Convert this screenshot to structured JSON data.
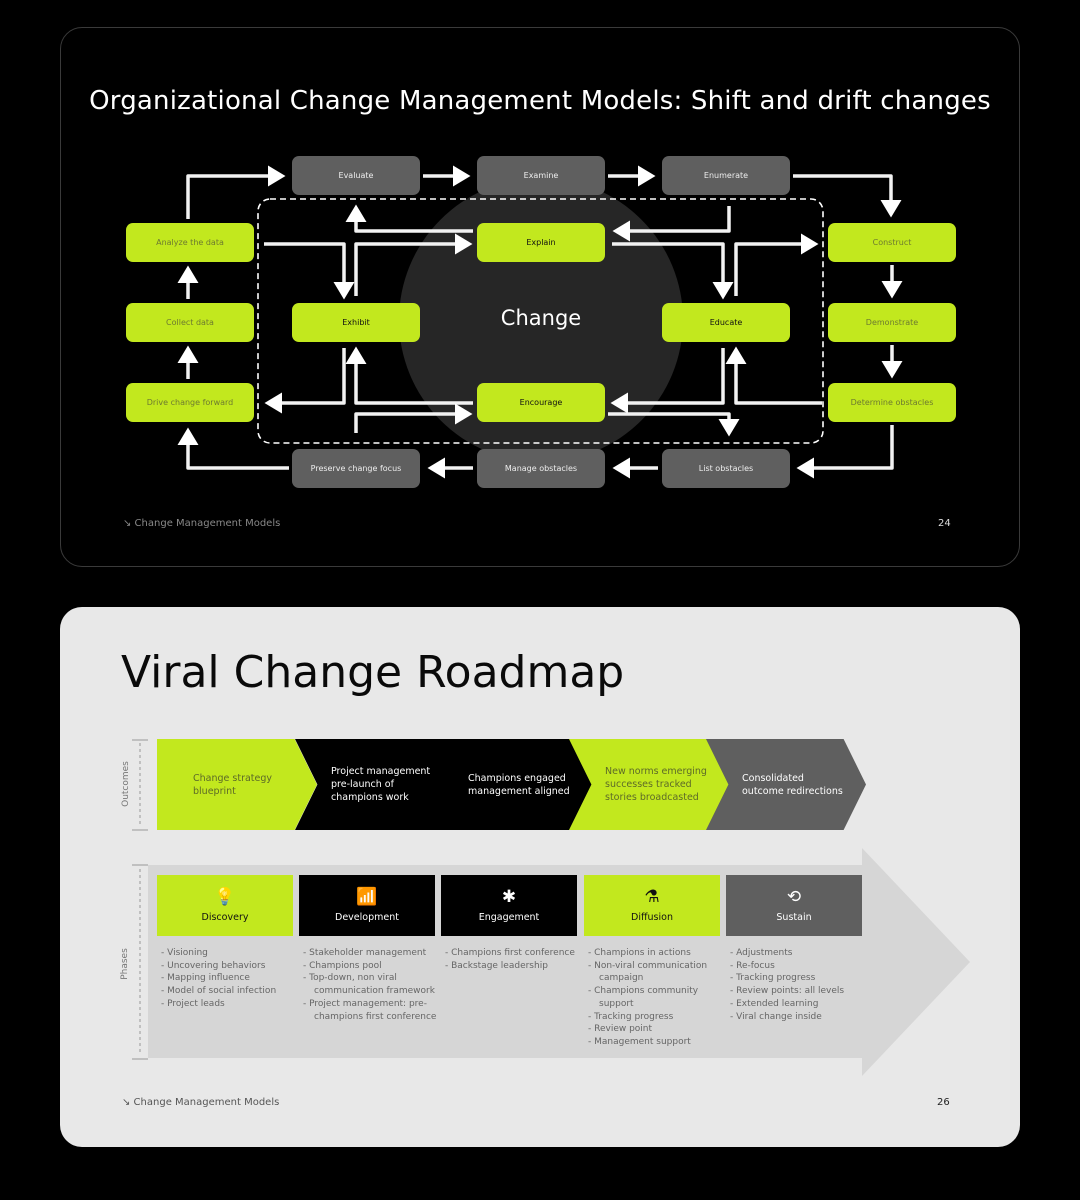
{
  "slide1": {
    "title": "Organizational Change Management Models: Shift and drift changes",
    "center": "Change",
    "boxes": {
      "evaluate": "Evaluate",
      "examine": "Examine",
      "enumerate": "Enumerate",
      "analyze": "Analyze the data",
      "collect": "Collect data",
      "drive": "Drive change forward",
      "explain": "Explain",
      "exhibit": "Exhibit",
      "educate": "Educate",
      "encourage": "Encourage",
      "construct": "Construct",
      "demonstrate": "Demonstrate",
      "determine": "Determine obstacles",
      "preserve": "Preserve change focus",
      "manage": "Manage obstacles",
      "list": "List obstacles"
    },
    "footer": "↘ Change Management Models",
    "page": "24"
  },
  "slide2": {
    "title": "Viral Change Roadmap",
    "outcomes_label": "Outcomes",
    "phases_label": "Phases",
    "outcomes": [
      {
        "text": "Change strategy blueprint",
        "style": "go"
      },
      {
        "text": "Project management pre-launch of champions work",
        "style": "k"
      },
      {
        "text": "Champions engaged management aligned",
        "style": "k"
      },
      {
        "text": "New norms emerging successes tracked stories broadcasted",
        "style": "go"
      },
      {
        "text": "Consolidated outcome redirections",
        "style": "gr"
      }
    ],
    "phases": [
      {
        "name": "Discovery",
        "icon": "lightbulb-icon",
        "style": "g",
        "items": [
          "Visioning",
          "Uncovering behaviors",
          "Mapping influence",
          "Model of social infection",
          "Project leads"
        ]
      },
      {
        "name": "Development",
        "icon": "bar-chart-growth-icon",
        "style": "k",
        "items": [
          "Stakeholder management",
          "Champions pool",
          "Top-down, non viral communication framework",
          "Project management: pre-champions first conference"
        ]
      },
      {
        "name": "Engagement",
        "icon": "puzzle-icon",
        "style": "k",
        "items": [
          "Champions first conference",
          "Backstage leadership"
        ]
      },
      {
        "name": "Diffusion",
        "icon": "flask-icon",
        "style": "g",
        "items": [
          "Champions in actions",
          "Non-viral communication campaign",
          "Champions community support",
          "Tracking progress",
          "Review point",
          "Management support"
        ]
      },
      {
        "name": "Sustain",
        "icon": "cycle-icon",
        "style": "gr",
        "items": [
          "Adjustments",
          "Re-focus",
          "Tracking progress",
          "Review points: all levels",
          "Extended learning",
          "Viral change inside"
        ]
      }
    ],
    "footer": "↘ Change Management Models",
    "page": "26"
  },
  "colors": {
    "accent": "#c2e81e",
    "dark": "#000000",
    "gray": "#5f5f5f",
    "light": "#e8e8e8"
  }
}
